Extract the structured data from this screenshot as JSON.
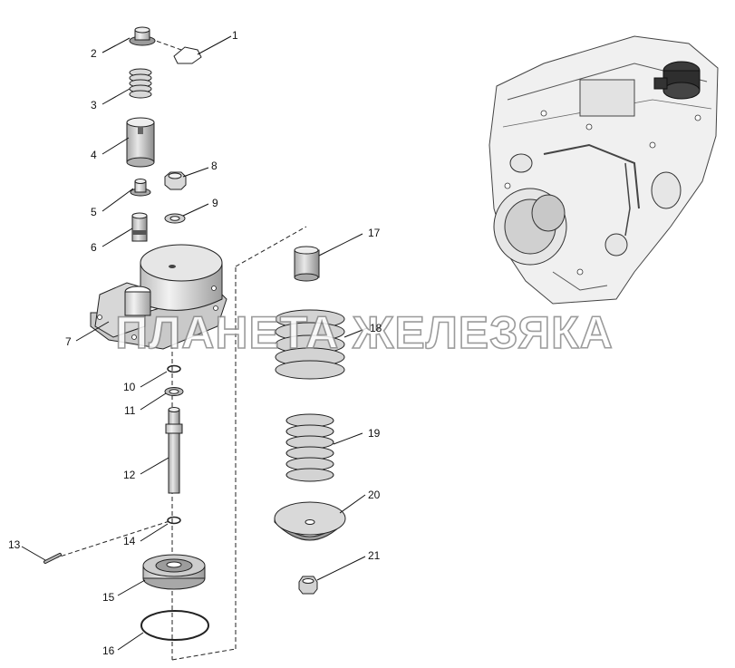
{
  "callouts": {
    "c1": "1",
    "c2": "2",
    "c3": "3",
    "c4": "4",
    "c5": "5",
    "c6": "6",
    "c7": "7",
    "c8": "8",
    "c9": "9",
    "c10": "10",
    "c11": "11",
    "c12": "12",
    "c13": "13",
    "c14": "14",
    "c15": "15",
    "c16": "16",
    "c17": "17",
    "c18": "18",
    "c19": "19",
    "c20": "20",
    "c21": "21"
  },
  "watermark": "ПЛАНЕТА ЖЕЛЕЗЯКА",
  "colors": {
    "part_fill": "#d6d6d6",
    "part_dark": "#9a9a9a",
    "line": "#222222"
  }
}
